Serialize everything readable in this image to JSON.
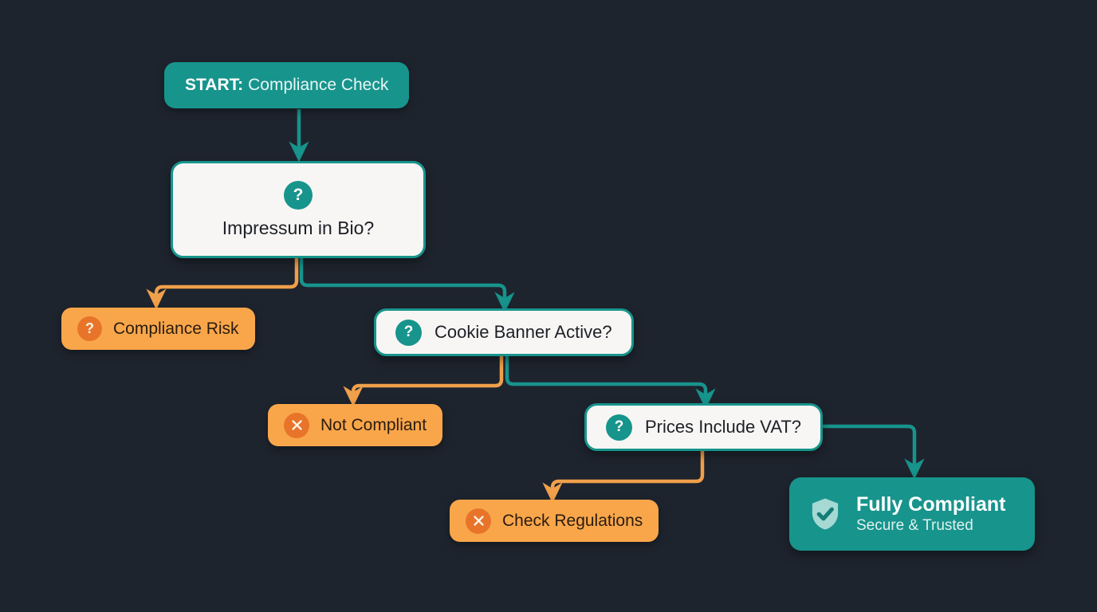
{
  "diagram": {
    "title": "Compliance Check Flowchart",
    "background_color": "#1e242e",
    "accent_teal": "#17948c",
    "accent_orange": "#f9a64a",
    "icon_orange": "#e8742a",
    "node_surface": "#f7f6f4"
  },
  "nodes": {
    "start": {
      "prefix": "START:",
      "label": "Compliance Check",
      "type": "start",
      "color": "#17948c"
    },
    "impressum": {
      "label": "Impressum in Bio?",
      "icon": "question-icon",
      "type": "decision",
      "color": "#f7f6f4"
    },
    "compliance_risk": {
      "label": "Compliance Risk",
      "icon": "question-icon",
      "type": "warning",
      "color": "#f9a64a"
    },
    "cookie_banner": {
      "label": "Cookie Banner Active?",
      "icon": "question-icon",
      "type": "decision",
      "color": "#f7f6f4"
    },
    "not_compliant": {
      "label": "Not Compliant",
      "icon": "x-icon",
      "type": "warning",
      "color": "#f9a64a"
    },
    "prices_vat": {
      "label": "Prices Include VAT?",
      "icon": "question-icon",
      "type": "decision",
      "color": "#f7f6f4"
    },
    "check_regulations": {
      "label": "Check Regulations",
      "icon": "x-icon",
      "type": "warning",
      "color": "#f9a64a"
    },
    "fully_compliant": {
      "title": "Fully Compliant",
      "subtitle": "Secure & Trusted",
      "icon": "shield-check-icon",
      "type": "success",
      "color": "#17948c"
    }
  },
  "edges": [
    {
      "from": "start",
      "to": "impressum",
      "color": "#17948c",
      "branch": "flow"
    },
    {
      "from": "impressum",
      "to": "compliance_risk",
      "color": "#f9a64a",
      "branch": "no"
    },
    {
      "from": "impressum",
      "to": "cookie_banner",
      "color": "#17948c",
      "branch": "yes"
    },
    {
      "from": "cookie_banner",
      "to": "not_compliant",
      "color": "#f9a64a",
      "branch": "no"
    },
    {
      "from": "cookie_banner",
      "to": "prices_vat",
      "color": "#17948c",
      "branch": "yes"
    },
    {
      "from": "prices_vat",
      "to": "check_regulations",
      "color": "#f9a64a",
      "branch": "no"
    },
    {
      "from": "prices_vat",
      "to": "fully_compliant",
      "color": "#17948c",
      "branch": "yes"
    }
  ]
}
